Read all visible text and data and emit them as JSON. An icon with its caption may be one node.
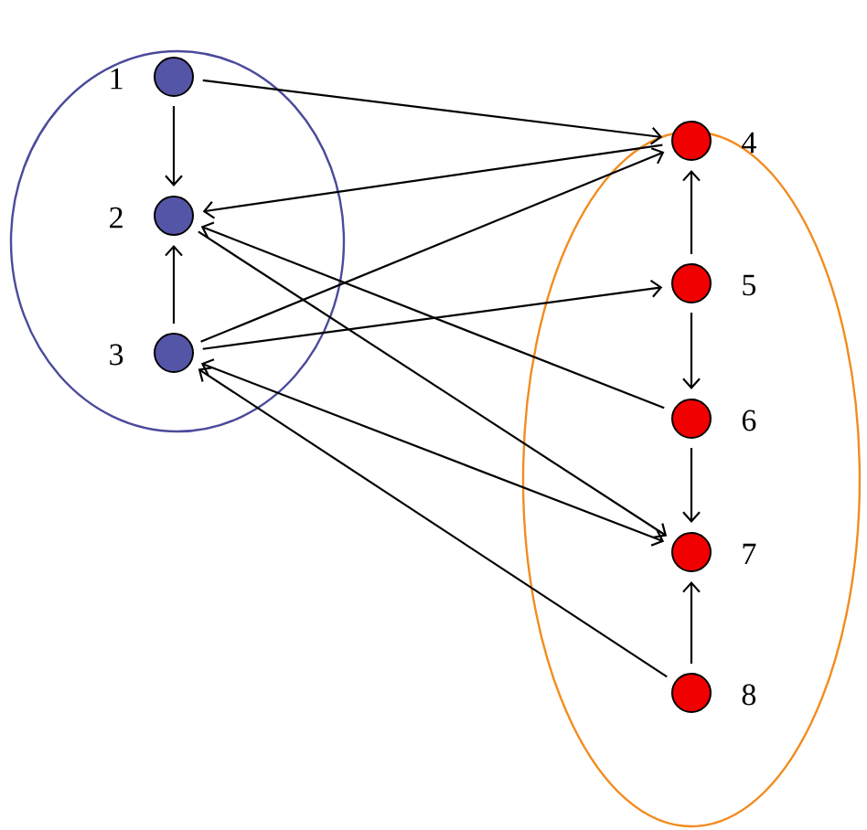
{
  "diagram": {
    "nodes": [
      {
        "text": [],
        "shape": "ellipse"
      },
      {
        "text": [],
        "shape": "circle",
        "beside": [
          "1"
        ],
        "in": 0
      },
      {
        "text": [],
        "shape": "circle",
        "beside": [
          "2"
        ],
        "in": 0
      },
      {
        "text": [],
        "shape": "circle",
        "beside": [
          "3"
        ],
        "in": 0
      },
      {
        "text": [],
        "shape": "ellipse"
      },
      {
        "text": [],
        "shape": "circle",
        "beside": [
          "4"
        ],
        "in": 4
      },
      {
        "text": [],
        "shape": "circle",
        "beside": [
          "5"
        ],
        "in": 4
      },
      {
        "text": [],
        "shape": "circle",
        "beside": [
          "6"
        ],
        "in": 4
      },
      {
        "text": [],
        "shape": "circle",
        "beside": [
          "7"
        ],
        "in": 4
      },
      {
        "text": [],
        "shape": "circle",
        "beside": [
          "8"
        ],
        "in": 4
      }
    ],
    "edges": [
      {
        "from": 1,
        "to": 2,
        "arrow": "to"
      },
      {
        "from": 3,
        "to": 2,
        "arrow": "to"
      },
      {
        "from": 6,
        "to": 5,
        "arrow": "to"
      },
      {
        "from": 6,
        "to": 7,
        "arrow": "to"
      },
      {
        "from": 7,
        "to": 8,
        "arrow": "to"
      },
      {
        "from": 9,
        "to": 8,
        "arrow": "to"
      },
      {
        "from": 1,
        "to": 5,
        "arrow": "to"
      },
      {
        "from": 5,
        "to": 2,
        "arrow": "to"
      },
      {
        "from": 3,
        "to": 5,
        "arrow": "to"
      },
      {
        "from": 3,
        "to": 6,
        "arrow": "to"
      },
      {
        "from": 2,
        "to": 8,
        "arrow": "to"
      },
      {
        "from": 7,
        "to": 2,
        "arrow": "to"
      },
      {
        "from": 3,
        "to": 8,
        "arrow": "both"
      },
      {
        "from": 9,
        "to": 3,
        "arrow": "to"
      }
    ]
  }
}
